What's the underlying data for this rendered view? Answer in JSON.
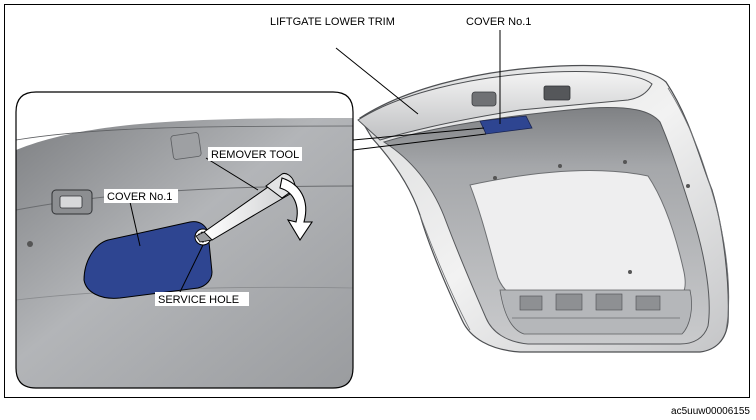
{
  "labels": {
    "liftgate_lower_trim": "LIFTGATE LOWER TRIM",
    "cover_no1_main": "COVER No.1",
    "remover_tool": "REMOVER TOOL",
    "cover_no1_detail": "COVER No.1",
    "service_hole": "SERVICE HOLE"
  },
  "figure_id": "ac5uuw00006155",
  "colors": {
    "cover_fill": "#2e4591",
    "outline": "#000000",
    "panel_gray": "#a9abad",
    "panel_light": "#e6e7e8"
  }
}
